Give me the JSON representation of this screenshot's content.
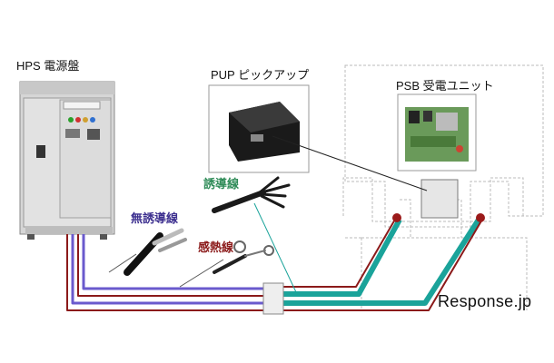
{
  "labels": {
    "hps": "HPS 電源盤",
    "pup": "PUP ピックアップ",
    "psb": "PSB 受電ユニット",
    "induction_wire": "誘導線",
    "non_induction_wire": "無誘導線",
    "thermal_wire": "感熱線",
    "watermark": "Response.jp"
  },
  "colors": {
    "induction": "#1aa39a",
    "non_induction": "#6a5acd",
    "thermal": "#8b1a1a",
    "dashed_outline": "#bbbbbb"
  }
}
